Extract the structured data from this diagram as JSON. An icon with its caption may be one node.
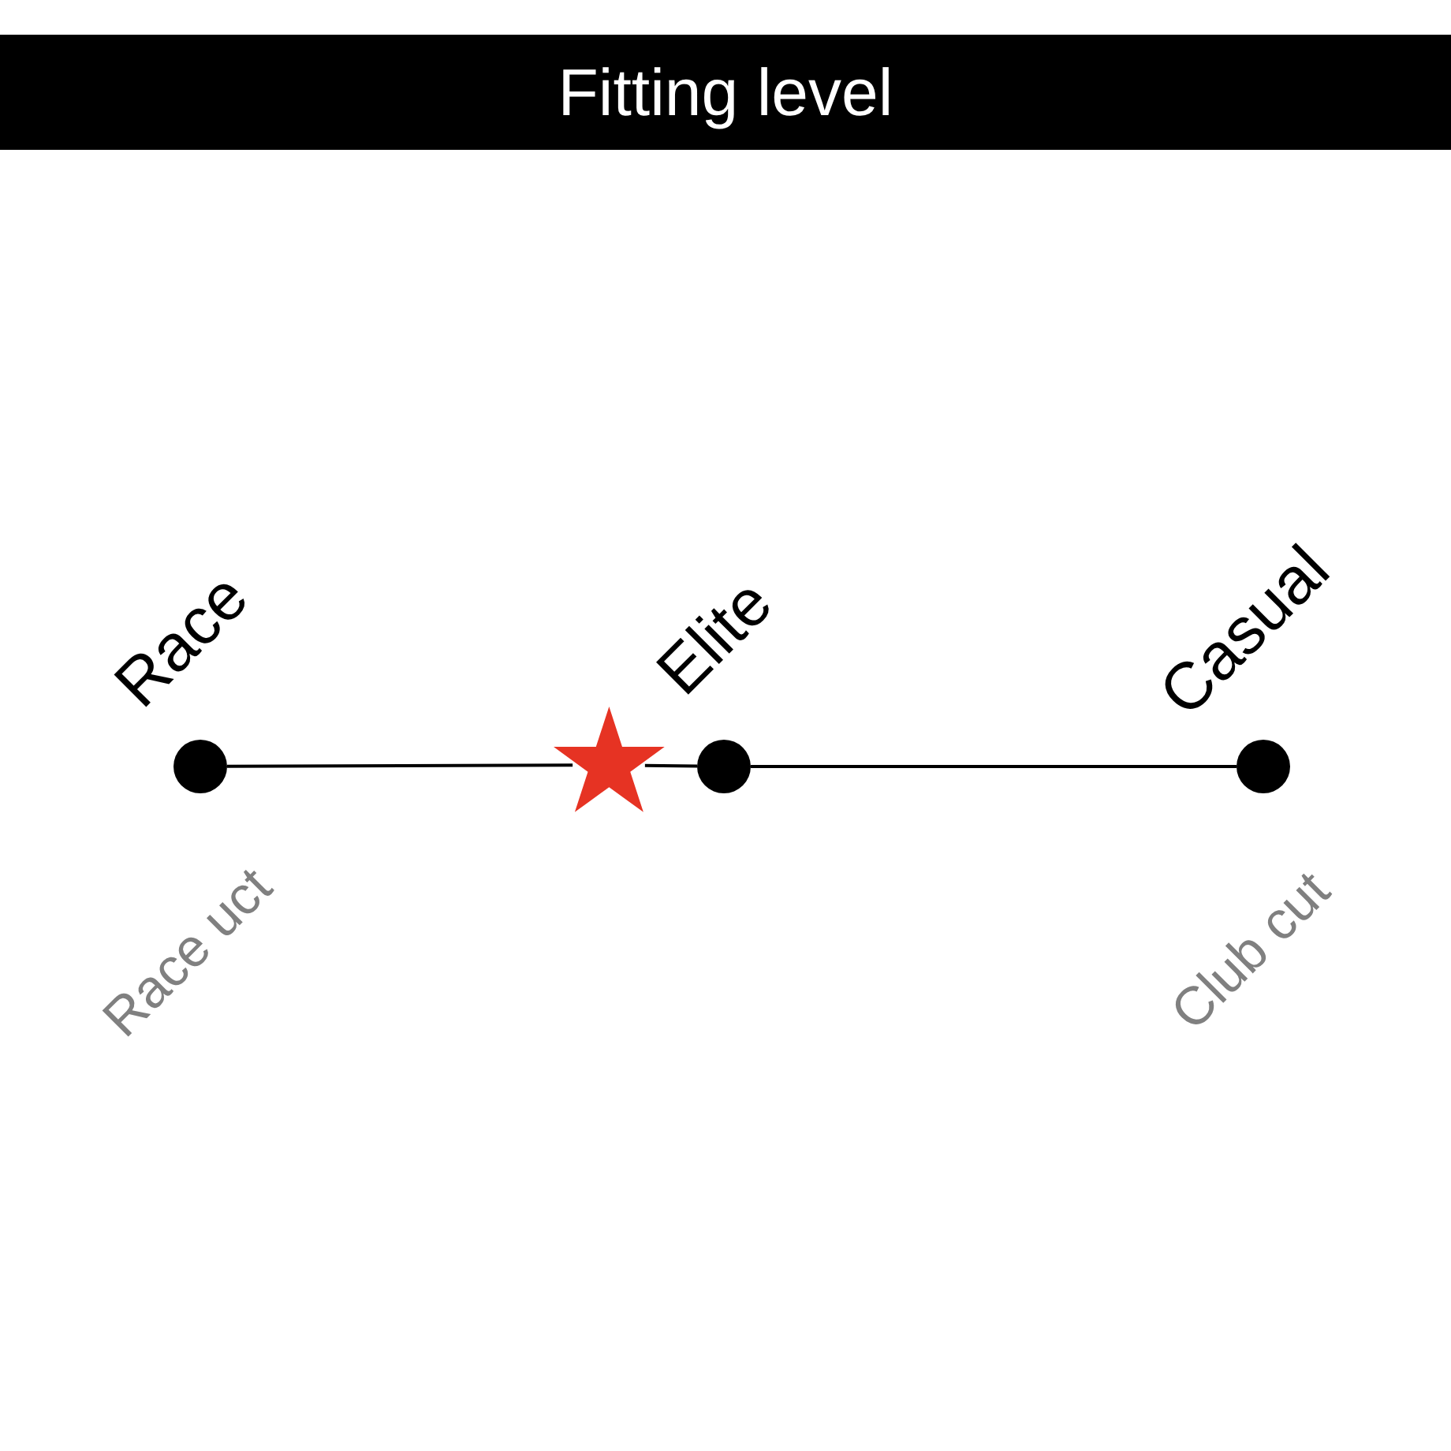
{
  "diagram": {
    "title": "Fitting level",
    "nodes": [
      {
        "text": [
          "Race"
        ],
        "beside": [
          "Race uct"
        ]
      },
      {
        "text": [],
        "shape": "star"
      },
      {
        "text": [
          "Elite"
        ]
      },
      {
        "text": [
          "Casual"
        ],
        "beside": [
          "Club cut"
        ]
      }
    ],
    "edges": [
      {
        "from": 0,
        "to": 1,
        "arrow": "none"
      },
      {
        "from": 1,
        "to": 2,
        "arrow": "none"
      },
      {
        "from": 2,
        "to": 3,
        "arrow": "none"
      }
    ]
  }
}
